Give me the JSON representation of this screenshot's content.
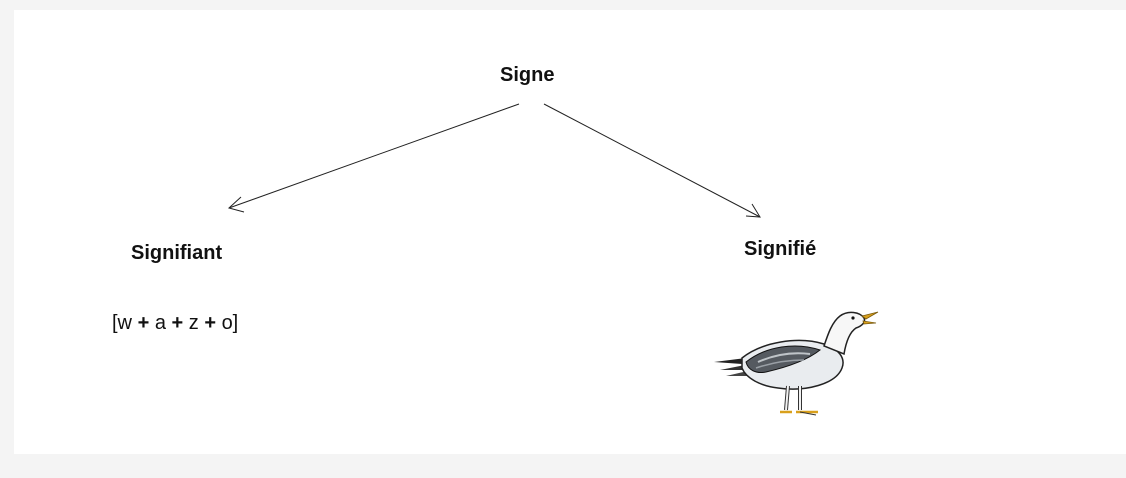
{
  "diagram": {
    "root": {
      "label": "Signe"
    },
    "left": {
      "label": "Signifiant",
      "formula": [
        "[w",
        "+",
        "a",
        "+",
        "z",
        "+",
        "o]"
      ]
    },
    "right": {
      "label": "Signifié",
      "image": "seagull-icon"
    }
  },
  "colors": {
    "background": "#ffffff",
    "text": "#111111",
    "line": "#222222"
  }
}
